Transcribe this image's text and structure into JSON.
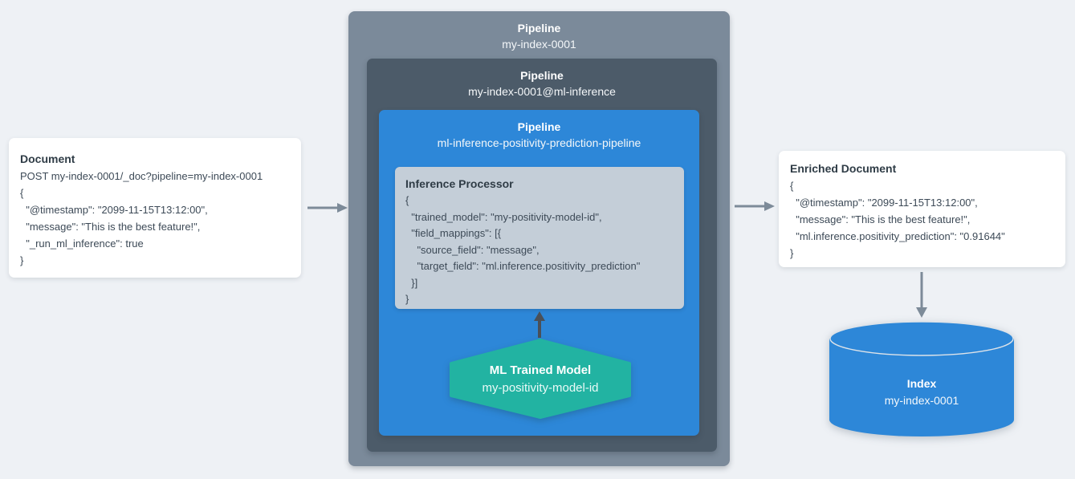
{
  "document": {
    "title": "Document",
    "lines": [
      "POST my-index-0001/_doc?pipeline=my-index-0001",
      "{",
      "  \"@timestamp\": \"2099-11-15T13:12:00\",",
      "  \"message\": \"This is the best feature!\",",
      "  \"_run_ml_inference\": true",
      "}"
    ]
  },
  "pipelines": {
    "outer": {
      "title": "Pipeline",
      "name": "my-index-0001"
    },
    "middle": {
      "title": "Pipeline",
      "name": "my-index-0001@ml-inference"
    },
    "inner": {
      "title": "Pipeline",
      "name": "ml-inference-positivity-prediction-pipeline"
    }
  },
  "processor": {
    "title": "Inference Processor",
    "lines": [
      "{",
      "  \"trained_model\": \"my-positivity-model-id\",",
      "  \"field_mappings\": [{",
      "    \"source_field\": \"message\",",
      "    \"target_field\": \"ml.inference.positivity_prediction\"",
      "  }]",
      "}"
    ]
  },
  "model": {
    "title": "ML Trained Model",
    "name": "my-positivity-model-id"
  },
  "enriched": {
    "title": "Enriched Document",
    "lines": [
      "{",
      "  \"@timestamp\": \"2099-11-15T13:12:00\",",
      "  \"message\": \"This is the best feature!\",",
      "  \"ml.inference.positivity_prediction\": \"0.91644\"",
      "}"
    ]
  },
  "index": {
    "title": "Index",
    "name": "my-index-0001"
  },
  "icons": {
    "arrow_right": "flow arrow pointing right",
    "arrow_down": "flow arrow pointing down",
    "arrow_up": "flow arrow pointing up"
  },
  "colors": {
    "background": "#eef1f5",
    "pipeline_outer": "#7b8a9a",
    "pipeline_middle": "#4c5b69",
    "pipeline_inner_blue": "#2d87d8",
    "processor_bg": "#c4ced8",
    "model_teal": "#22b3a2",
    "index_blue": "#2d87d8",
    "arrow_gray": "#7d8b99",
    "arrow_dark": "#4a5058",
    "text_dark": "#3d4a57"
  }
}
